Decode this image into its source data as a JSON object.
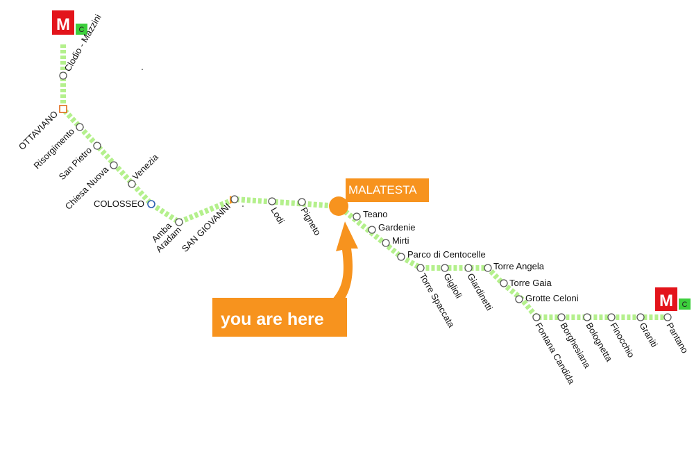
{
  "metro_badge": {
    "letter": "M",
    "line": "C",
    "red": "#e3141b",
    "green": "#3ccf3c"
  },
  "line_color": "#b4f08c",
  "accent": "#f7931e",
  "current_station": "MALATESTA",
  "you_are_here": "you are here",
  "stations": {
    "clodio": "Clodio - Mazzini",
    "ottaviano": "OTTAVIANO",
    "risorgimento": "Risorgimento",
    "san_pietro": "San Pietro",
    "chiesa_nuova": "Chiesa Nuova",
    "venezia": "Venezia",
    "colosseo": "COLOSSEO",
    "amba": "Amba",
    "aradam": "Aradam",
    "san_giovanni": "SAN GIOVANNI",
    "lodi": "Lodi",
    "pigneto": "Pigneto",
    "teano": "Teano",
    "gardenie": "Gardenie",
    "mirti": "Mirti",
    "parco": "Parco di Centocelle",
    "torre_spaccata": "Torre Spaccata",
    "giglioli": "Giglioli",
    "giardinetti": "Giardinetti",
    "torre_angela": "Torre Angela",
    "torre_gaia": "Torre Gaia",
    "grotte_celoni": "Grotte Celoni",
    "fontana_candida": "Fontana Candida",
    "borghesiana": "Borghesiana",
    "bolognetta": "Bolognetta",
    "finocchio": "Finocchio",
    "graniti": "Graniti",
    "pantano": "Pantano"
  }
}
